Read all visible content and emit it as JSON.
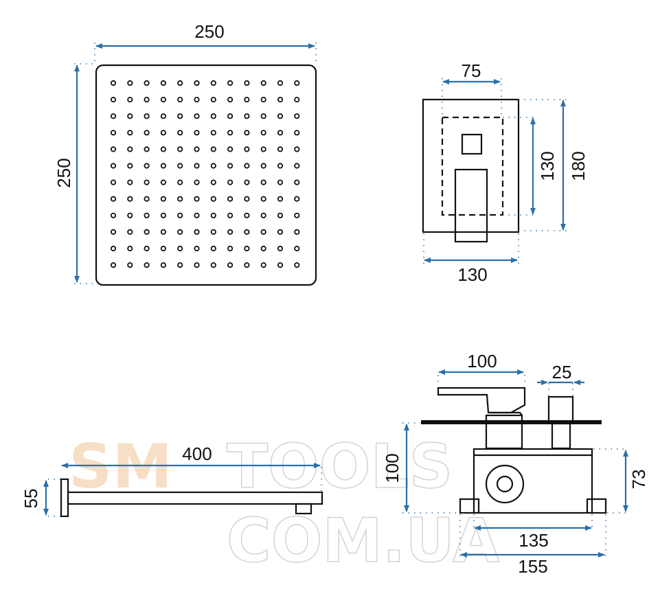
{
  "watermark": {
    "brand": "SM",
    "name": "TOOLS",
    "domain": "COM.UA",
    "brand_color": "#f6dcc0",
    "outline_color": "#cfcfcf"
  },
  "colors": {
    "dimension": "#2a6fa8",
    "outline": "#111111"
  },
  "shower_head": {
    "width": "250",
    "height": "250",
    "nozzle_rows": 12,
    "nozzle_cols": 12
  },
  "control_panel": {
    "handle_width": "75",
    "inner_height": "130",
    "outer_height": "180",
    "width": "130"
  },
  "shower_arm": {
    "length": "400",
    "height": "55"
  },
  "mixer_body": {
    "lever_length": "100",
    "diverter_width": "25",
    "total_depth": "100",
    "box_depth": "73",
    "box_width": "135",
    "overall_width": "155"
  }
}
